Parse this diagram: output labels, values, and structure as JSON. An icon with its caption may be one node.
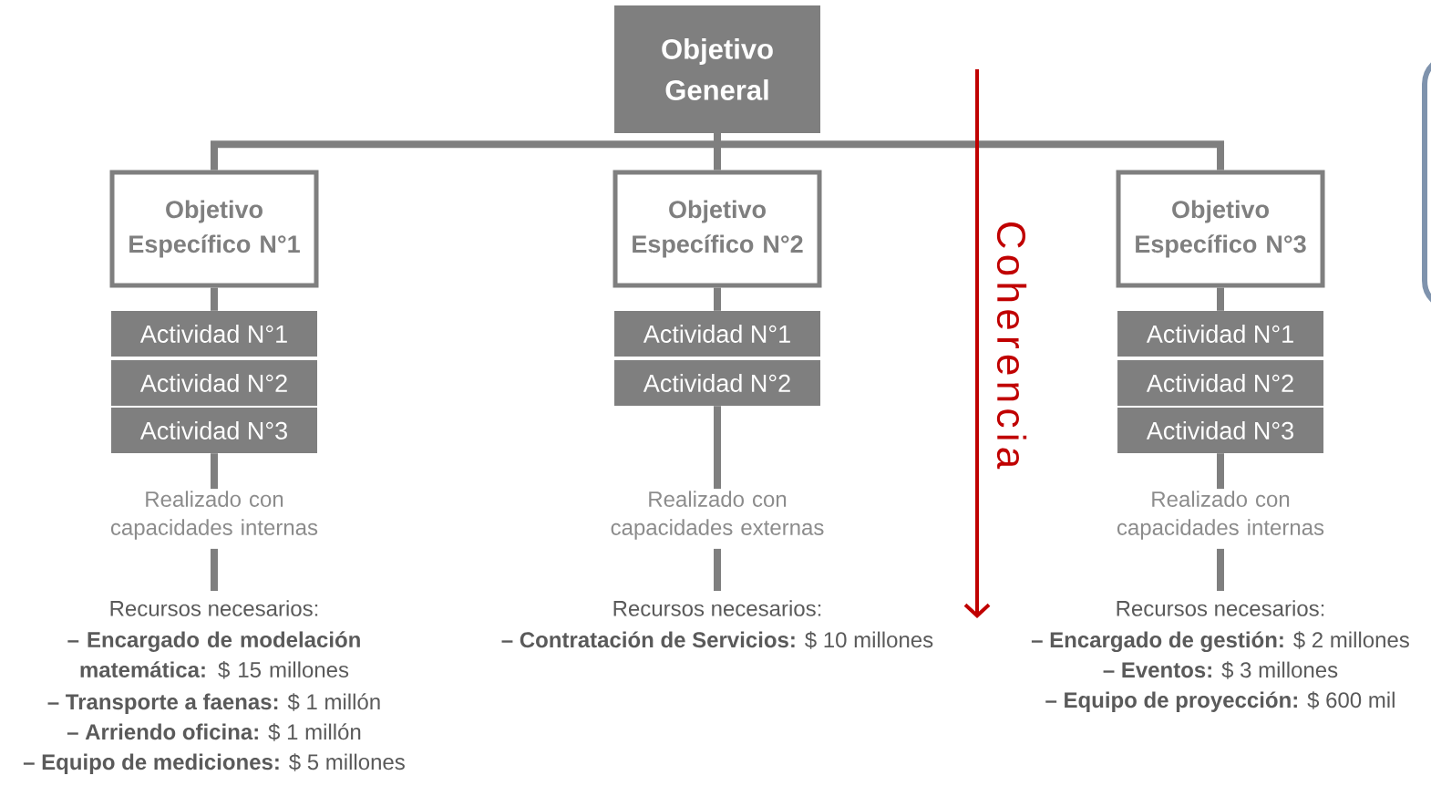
{
  "diagram": {
    "nodes": [
      {
        "text": [
          "Objetivo General"
        ]
      },
      {
        "text": [
          "Objetivo Específico N°1"
        ]
      },
      {
        "text": [
          "Objetivo Específico N°2"
        ]
      },
      {
        "text": [
          "Objetivo Específico N°3"
        ]
      },
      {
        "text": [
          "Actividad N°1"
        ]
      },
      {
        "text": [
          "Actividad N°2"
        ]
      },
      {
        "text": [
          "Actividad N°3"
        ]
      },
      {
        "text": [
          "Realizado con capacidades internas"
        ]
      },
      {
        "text": [
          "Recursos necesarios:"
        ],
        "beside": [
          "**– Encargado de modelación matemática:** $ 15 millones",
          "**– Transporte a faenas:** $ 1 millón",
          "**– Arriendo oficina:** $ 1 millón",
          "**– Equipo de mediciones:** $ 5 millones"
        ]
      },
      {
        "text": [
          "Actividad N°1"
        ]
      },
      {
        "text": [
          "Actividad N°2"
        ]
      },
      {
        "text": [
          "Realizado con capacidades externas"
        ]
      },
      {
        "text": [
          "Recursos necesarios:"
        ],
        "beside": [
          "**– Contratación de Servicios:** $ 10 millones"
        ]
      },
      {
        "text": [
          "Actividad N°1"
        ]
      },
      {
        "text": [
          "Actividad N°2"
        ]
      },
      {
        "text": [
          "Actividad N°3"
        ]
      },
      {
        "text": [
          "Realizado con capacidades internas"
        ]
      },
      {
        "text": [
          "Recursos necesarios:"
        ],
        "beside": [
          "**– Encargado de gestión:** $ 2 millones",
          "**– Eventos:** $ 3 millones",
          "**– Equipo de proyección:** $ 600 mil"
        ]
      }
    ],
    "edges": [
      {
        "from": 0,
        "to": 1,
        "arrow": "none"
      },
      {
        "from": 0,
        "to": 2,
        "arrow": "none"
      },
      {
        "from": 0,
        "to": 3,
        "arrow": "none"
      },
      {
        "from": 1,
        "to": 4,
        "arrow": "none"
      },
      {
        "from": 6,
        "to": 7,
        "arrow": "none"
      },
      {
        "from": 7,
        "to": 8,
        "arrow": "none"
      },
      {
        "from": 2,
        "to": 9,
        "arrow": "none"
      },
      {
        "from": 10,
        "to": 11,
        "arrow": "none"
      },
      {
        "from": 11,
        "to": 12,
        "arrow": "none"
      },
      {
        "from": 3,
        "to": 13,
        "arrow": "none"
      },
      {
        "from": 15,
        "to": 16,
        "arrow": "none"
      },
      {
        "from": 16,
        "to": 17,
        "arrow": "none"
      }
    ],
    "labels": [
      "Coherencia"
    ]
  }
}
